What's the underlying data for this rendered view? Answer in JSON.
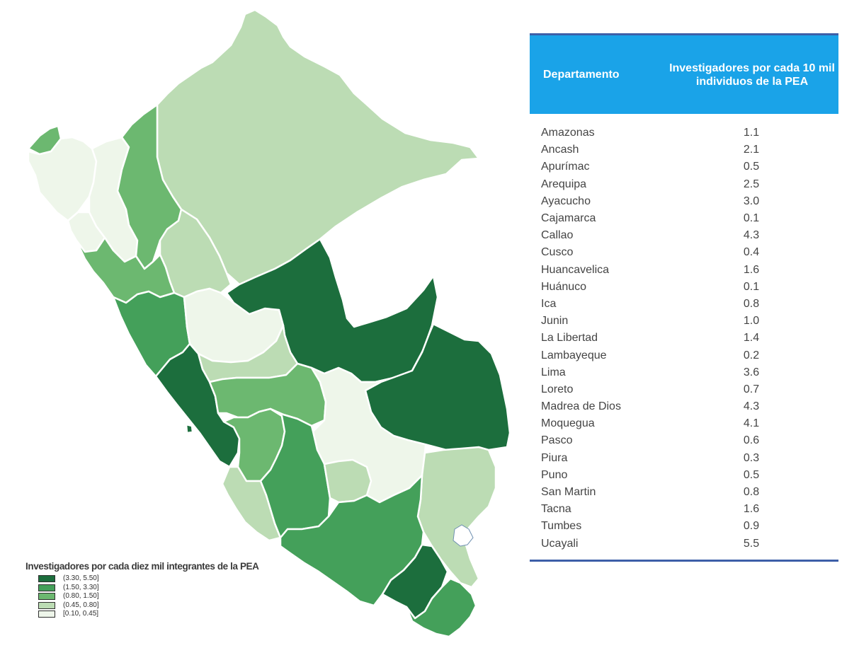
{
  "colors": {
    "class_1": "#eef6ea",
    "class_2": "#bcdcb4",
    "class_3": "#6cb870",
    "class_4": "#44a05a",
    "class_5": "#1c6e3d",
    "header_bg": "#1aa3e8",
    "rule": "#3d5fa8"
  },
  "legend": {
    "title": "Investigadores por cada diez mil integrantes de la PEA",
    "items": [
      {
        "label": "(3.30, 5.50]",
        "color": "#1c6e3d"
      },
      {
        "label": "(1.50, 3.30]",
        "color": "#44a05a"
      },
      {
        "label": "(0.80, 1.50]",
        "color": "#6cb870"
      },
      {
        "label": "(0.45, 0.80]",
        "color": "#bcdcb4"
      },
      {
        "label": "[0.10, 0.45]",
        "color": "#eef6ea"
      }
    ]
  },
  "table": {
    "col_department": "Departamento",
    "col_value": "Investigadores por cada 10 mil individuos de la PEA",
    "rows": [
      {
        "name": "Amazonas",
        "value": "1.1"
      },
      {
        "name": "Ancash",
        "value": "2.1"
      },
      {
        "name": "Apurímac",
        "value": "0.5"
      },
      {
        "name": "Arequipa",
        "value": "2.5"
      },
      {
        "name": "Ayacucho",
        "value": "3.0"
      },
      {
        "name": "Cajamarca",
        "value": "0.1"
      },
      {
        "name": "Callao",
        "value": "4.3"
      },
      {
        "name": "Cusco",
        "value": "0.4"
      },
      {
        "name": "Huancavelica",
        "value": "1.6"
      },
      {
        "name": "Huánuco",
        "value": "0.1"
      },
      {
        "name": "Ica",
        "value": "0.8"
      },
      {
        "name": "Junin",
        "value": "1.0"
      },
      {
        "name": "La Libertad",
        "value": "1.4"
      },
      {
        "name": "Lambayeque",
        "value": "0.2"
      },
      {
        "name": "Lima",
        "value": "3.6"
      },
      {
        "name": "Loreto",
        "value": "0.7"
      },
      {
        "name": "Madrea de Dios",
        "value": "4.3"
      },
      {
        "name": "Moquegua",
        "value": "4.1"
      },
      {
        "name": "Pasco",
        "value": "0.6"
      },
      {
        "name": "Piura",
        "value": "0.3"
      },
      {
        "name": "Puno",
        "value": "0.5"
      },
      {
        "name": "San Martin",
        "value": "0.8"
      },
      {
        "name": "Tacna",
        "value": "1.6"
      },
      {
        "name": "Tumbes",
        "value": "0.9"
      },
      {
        "name": "Ucayali",
        "value": "5.5"
      }
    ]
  }
}
